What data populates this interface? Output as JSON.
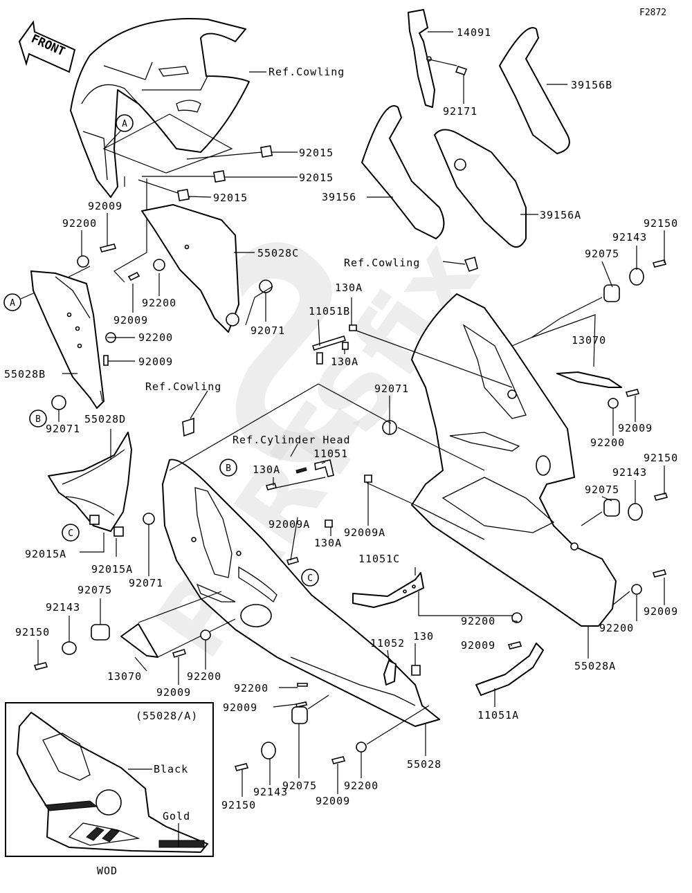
{
  "diagram_id": "F2872",
  "direction": "FRONT",
  "references": {
    "cowling_top": "Ref.Cowling",
    "cowling_mid": "Ref.Cowling",
    "cowling_left": "Ref.Cowling",
    "cylinder_head": "Ref.Cylinder Head"
  },
  "callouts": {
    "A": "A",
    "B": "B",
    "C": "C"
  },
  "parts": {
    "p14091": "14091",
    "p92171": "92171",
    "p39156B": "39156B",
    "p39156": "39156",
    "p39156A": "39156A",
    "p92015_a": "92015",
    "p92015_b": "92015",
    "p92015_c": "92015",
    "p92009_a": "92009",
    "p92200_a": "92200",
    "p55028C": "55028C",
    "p92009_b": "92009",
    "p92200_b": "92200",
    "p92071_a": "92071",
    "p92200_c": "92200",
    "p92009_c": "92009",
    "p55028B": "55028B",
    "p92071_b": "92071",
    "p55028D": "55028D",
    "p92015A_a": "92015A",
    "p92015A_b": "92015A",
    "p92071_c": "92071",
    "p92075_a": "92075",
    "p92143_a": "92143",
    "p92150_a": "92150",
    "p13070_a": "13070",
    "p92009_d": "92009",
    "p92200_d": "92200",
    "p130A_a": "130A",
    "p11051B": "11051B",
    "p130A_b": "130A",
    "p92071_d": "92071",
    "p130A_c": "130A",
    "p11051": "11051",
    "p92009A_a": "92009A",
    "p92009A_b": "92009A",
    "p130A_d": "130A",
    "p11051C": "11051C",
    "p92150_b": "92150",
    "p92143_b": "92143",
    "p92075_b": "92075",
    "p13070_b": "13070",
    "p92009_e": "92009",
    "p92200_e": "92200",
    "p92150_c": "92150",
    "p92143_c": "92143",
    "p92075_c": "92075",
    "p92009_f": "92009",
    "p92200_f": "92200",
    "p55028A": "55028A",
    "p92200_g": "92200",
    "p92009_g": "92009",
    "p11052": "11052",
    "p130": "130",
    "p11051A": "11051A",
    "p92200_h": "92200",
    "p92009_h": "92009",
    "p55028": "55028",
    "p92200_i": "92200",
    "p92009_i": "92009",
    "p92075_d": "92075",
    "p92143_d": "92143",
    "p92150_d": "92150"
  },
  "inset": {
    "title": "(55028/A)",
    "black_label": "Black",
    "gold_label": "Gold",
    "caption": "WOD"
  },
  "colors": {
    "line": "#000000",
    "background": "#ffffff",
    "watermark": "#d8d8d8"
  }
}
